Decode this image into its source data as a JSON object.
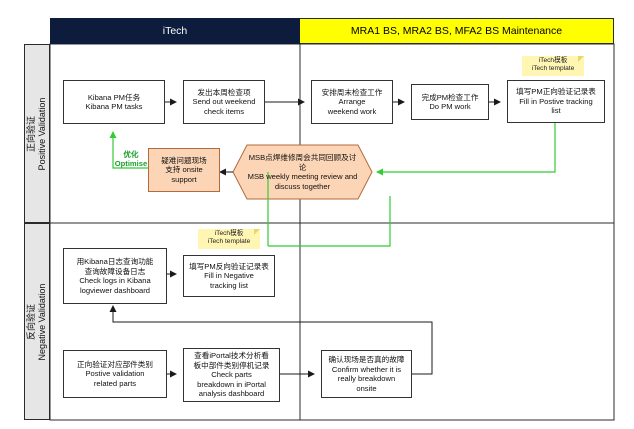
{
  "lanes": {
    "itech": "iTech",
    "mra": "MRA1 BS, MRA2 BS, MFA2 BS Maintenance"
  },
  "phases": {
    "positive": {
      "zh": "正向验证",
      "en": "Positive Validation"
    },
    "negative": {
      "zh": "反向验证",
      "en": "Negative Validation"
    }
  },
  "nodes": {
    "kibana_pm": {
      "zh": "Kibana PM任务",
      "en": "Kibana PM tasks"
    },
    "send_weekend": {
      "zh": "发出本周检查项",
      "en1": "Send out weekend",
      "en2": "check items"
    },
    "arrange_weekend": {
      "zh": "安排周末检查工作",
      "en1": "Arrange",
      "en2": "weekend work"
    },
    "do_pm": {
      "zh": "完成PM检查工作",
      "en": "Do PM work"
    },
    "fill_positive": {
      "zh": "填写PM正向验证记录表",
      "en1": "Fill in Postive tracking",
      "en2": "list"
    },
    "msb_review": {
      "zh": "MSB点焊维修周会共同回顾及讨论",
      "en1": "MSB weekly meeting review and",
      "en2": "discuss together"
    },
    "onsite_support": {
      "zh1": "疑难问题现场",
      "zh2": "支持 onsite",
      "en": "support"
    },
    "check_logs": {
      "zh1": "用Kibana日志查询功能",
      "zh2": "查询故障设备日志",
      "en1": "Check logs in Kibana",
      "en2": "logviewer dashboard"
    },
    "fill_negative": {
      "zh": "填写PM反向验证记录表",
      "en1": "Fill in Negative",
      "en2": "tracking list"
    },
    "positive_parts": {
      "zh": "正向验证对应部件类别",
      "en1": "Postive validation",
      "en2": "related parts"
    },
    "check_breakdown": {
      "zh1": "查看iPortal技术分析看",
      "zh2": "板中部件类别停机记录",
      "en1": "Check parts",
      "en2": "breakdown in iPortal",
      "en3": "analysis dashboard"
    },
    "confirm_breakdown": {
      "zh": "确认现场是否真的故障",
      "en1": "Confirm whether it is",
      "en2": "really breakdown",
      "en3": "onsite"
    }
  },
  "notes": {
    "template_top": {
      "zh": "iTech模板",
      "en": "iTech template"
    },
    "template_mid": {
      "zh": "iTech模板",
      "en": "iTech template"
    }
  },
  "labels": {
    "optimise": {
      "zh": "优化",
      "en": "Optimise"
    }
  },
  "colors": {
    "itech_header": "#0d1b3d",
    "mra_header": "#ffff00",
    "flow_line": "#1a1a1a",
    "feedback_line": "#33cc33",
    "support_box": "#fbd5b5",
    "review_shape": "#fbd5b5",
    "note": "#fff6b3"
  }
}
